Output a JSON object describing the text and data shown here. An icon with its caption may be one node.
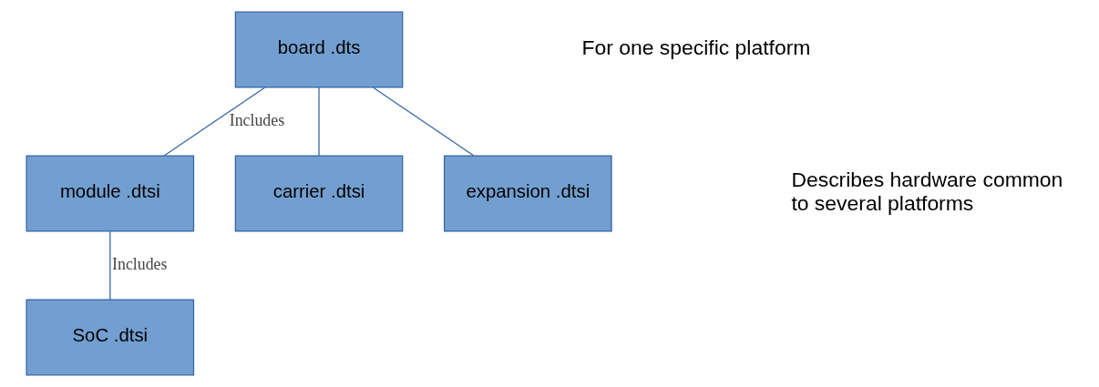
{
  "diagram": {
    "nodes": [
      {
        "text": [
          "board .dts"
        ]
      },
      {
        "text": [
          "module .dtsi"
        ]
      },
      {
        "text": [
          "carrier .dtsi"
        ]
      },
      {
        "text": [
          "expansion .dtsi"
        ]
      },
      {
        "text": [
          "SoC .dtsi"
        ]
      }
    ],
    "edges": [
      {
        "from": 0,
        "to": 1,
        "arrow": "none",
        "label": "Includes"
      },
      {
        "from": 0,
        "to": 2,
        "arrow": "none"
      },
      {
        "from": 0,
        "to": 3,
        "arrow": "none"
      },
      {
        "from": 1,
        "to": 4,
        "arrow": "none",
        "label": "Includes"
      }
    ],
    "labels": [
      "For one specific platform",
      "Describes hardware common to several platforms"
    ]
  }
}
